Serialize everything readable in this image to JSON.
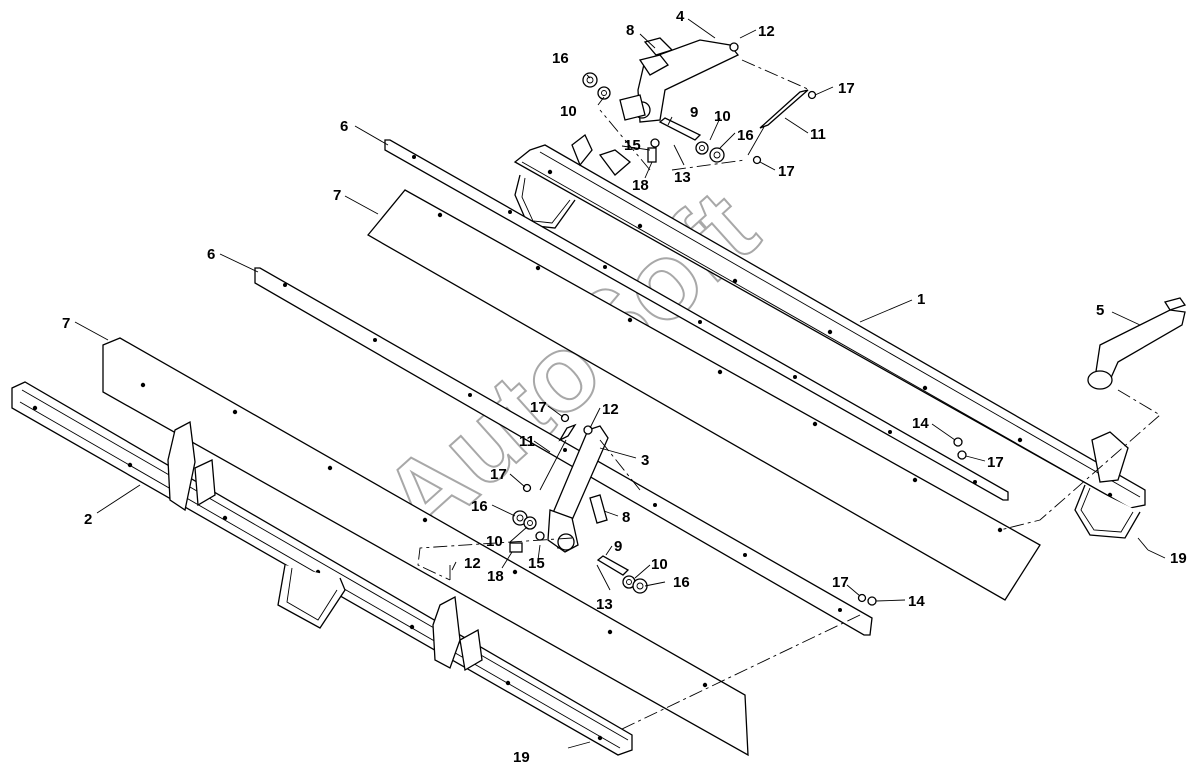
{
  "diagram": {
    "watermark": "AutoSoft",
    "callouts": {
      "c1": "1",
      "c2": "2",
      "c3": "3",
      "c4": "4",
      "c5": "5",
      "c6a": "6",
      "c6b": "6",
      "c7a": "7",
      "c7b": "7",
      "c8a": "8",
      "c8b": "8",
      "c9a": "9",
      "c9b": "9",
      "c10a": "10",
      "c10b": "10",
      "c10c": "10",
      "c10d": "10",
      "c11a": "11",
      "c11b": "11",
      "c12a": "12",
      "c12b": "12",
      "c12c": "12",
      "c13a": "13",
      "c13b": "13",
      "c14a": "14",
      "c14b": "14",
      "c15a": "15",
      "c15b": "15",
      "c16a": "16",
      "c16b": "16",
      "c16c": "16",
      "c16d": "16",
      "c17a": "17",
      "c17b": "17",
      "c17c": "17",
      "c17d": "17",
      "c17e": "17",
      "c18a": "18",
      "c18b": "18",
      "c19a": "19",
      "c19b": "19"
    }
  }
}
